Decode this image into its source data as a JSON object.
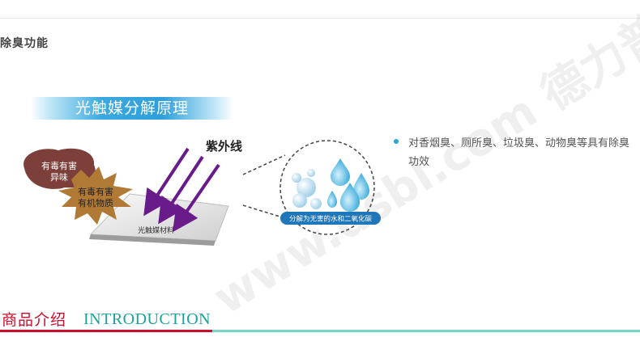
{
  "section": {
    "title": "除臭功能"
  },
  "diagram": {
    "banner_title": "光触媒分解原理",
    "uv_label": "紫外线",
    "odor_label_line1": "有毒有害",
    "odor_label_line2": "异味",
    "organic_label_line1": "有毒有害",
    "organic_label_line2": "有机物质",
    "material_label": "光触媒材料",
    "result_label": "分解为无害的水和二氧化碳",
    "watermark": "www.dsbl.com 德力普"
  },
  "description": {
    "text": "对香烟臭、厕所臭、垃圾臭、动物臭等具有除臭功效"
  },
  "footer": {
    "title_cn": "商品介绍",
    "title_en": "INTRODUCTION"
  },
  "colors": {
    "accent_red": "#c8102e",
    "accent_teal": "#1aa39a",
    "banner_blue": "#2f9fdb",
    "uv_purple": "#6a1b8a",
    "odor_brown": "#7d3f3a",
    "organic_tan": "#b07a36"
  }
}
